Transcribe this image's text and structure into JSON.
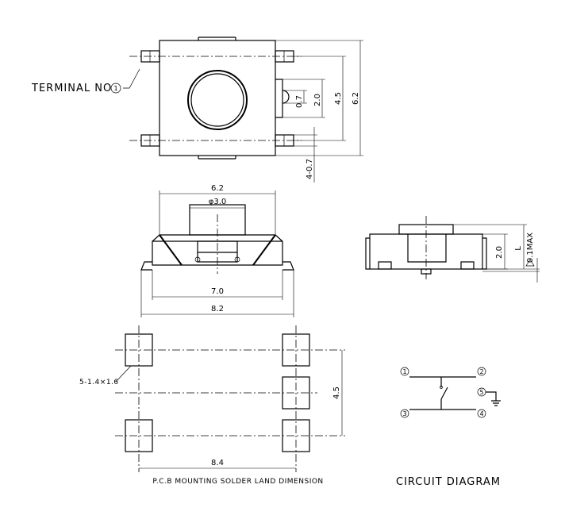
{
  "labels": {
    "terminal": "TERMINAL NO",
    "terminal_num": "1",
    "pcb_title": "P.C.B MOUNTING SOLDER LAND DIMENSION",
    "circuit_title": "CIRCUIT DIAGRAM"
  },
  "dims": {
    "top_07": "0.7",
    "top_20": "2.0",
    "top_45": "4.5",
    "top_62": "6.2",
    "top_4_07": "4-0.7",
    "front_62": "6.2",
    "front_phi30": "φ3.0",
    "front_70": "7.0",
    "front_82": "8.2",
    "side_20": "2.0",
    "side_L": "L",
    "side_01max": "0.1MAX",
    "pcb_land": "5-1.4×1.6",
    "pcb_45": "4.5",
    "pcb_84": "8.4"
  },
  "circuit": {
    "pins": [
      "1",
      "2",
      "3",
      "4",
      "5"
    ]
  }
}
